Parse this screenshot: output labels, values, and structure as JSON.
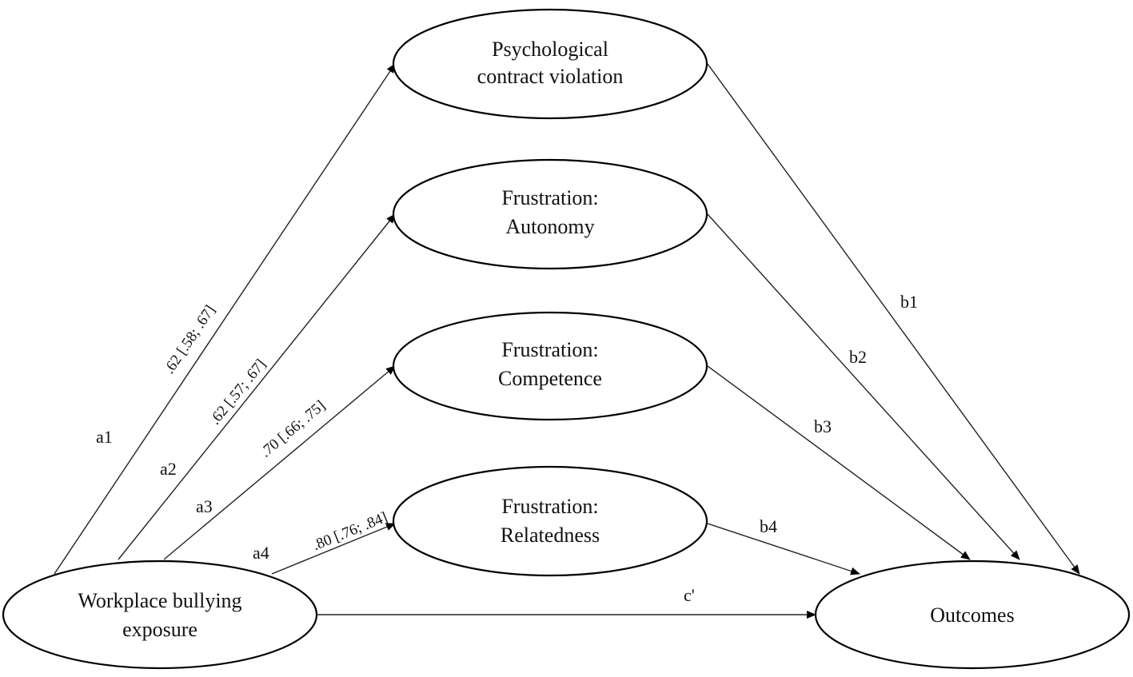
{
  "nodes": {
    "pcv": {
      "line1": "Psychological",
      "line2": "contract violation"
    },
    "autonomy": {
      "line1": "Frustration:",
      "line2": "Autonomy"
    },
    "competence": {
      "line1": "Frustration:",
      "line2": "Competence"
    },
    "relatedness": {
      "line1": "Frustration:",
      "line2": "Relatedness"
    },
    "bullying": {
      "line1": "Workplace bullying",
      "line2": "exposure"
    },
    "outcomes": {
      "line1": "Outcomes"
    }
  },
  "paths": {
    "a1": {
      "label": "a1",
      "coef": ".62 [.58; .67]"
    },
    "a2": {
      "label": "a2",
      "coef": ".62 [.57; .67]"
    },
    "a3": {
      "label": "a3",
      "coef": ".70 [.66; .75]"
    },
    "a4": {
      "label": "a4",
      "coef": ".80 [.76; .84]"
    },
    "b1": {
      "label": "b1"
    },
    "b2": {
      "label": "b2"
    },
    "b3": {
      "label": "b3"
    },
    "b4": {
      "label": "b4"
    },
    "c": {
      "label": "c'"
    }
  }
}
